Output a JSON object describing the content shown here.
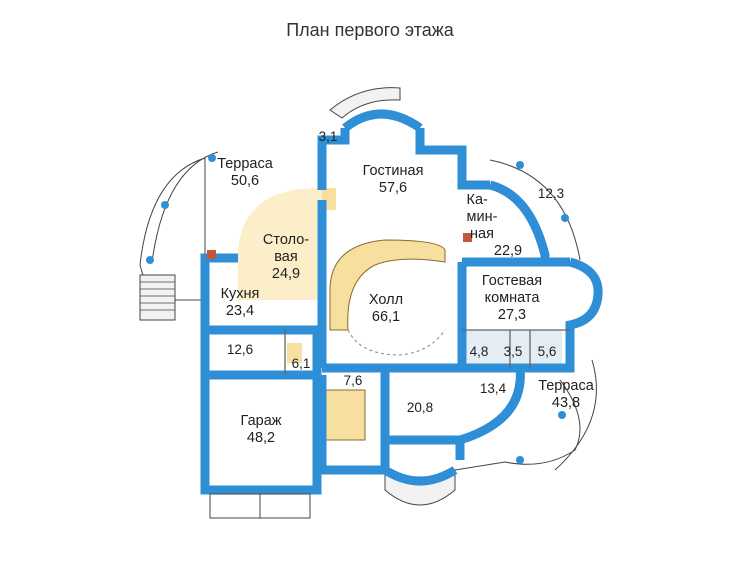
{
  "title": "План первого этажа",
  "colors": {
    "wall": "#2f8fd6",
    "wall_dark": "#1f6fb8",
    "stair_fill": "#f7dfa0",
    "dining_fill": "#fbeec8",
    "terrace_fill": "#ffffff",
    "line": "#444444",
    "service_fill": "#e4edf3"
  },
  "rooms": {
    "living": {
      "name": "Гостиная",
      "area": "57,6"
    },
    "fireplace": {
      "name_line1": "Ка-",
      "name_line2": "мин-",
      "name_line3": "ная",
      "area": "22,9"
    },
    "terrace_left": {
      "name": "Терраса",
      "area": "50,6"
    },
    "dining": {
      "name_line1": "Столо-",
      "name_line2": "вая",
      "area": "24,9"
    },
    "kitchen": {
      "name": "Кухня",
      "area": "23,4"
    },
    "hall": {
      "name": "Холл",
      "area": "66,1"
    },
    "guest": {
      "name_line1": "Гостевая",
      "name_line2": "комната",
      "area": "27,3"
    },
    "garage": {
      "name": "Гараж",
      "area": "48,2"
    },
    "terrace_right": {
      "name": "Терраса",
      "area": "43,8"
    }
  },
  "small_areas": {
    "top_bay": "3,1",
    "balcony_right": "12,3",
    "pantry": "12,6",
    "wc": "6,1",
    "vestibule": "7,6",
    "entry": "20,8",
    "study": "13,4",
    "bath_a": "4,8",
    "bath_b": "3,5",
    "bath_c": "5,6"
  }
}
